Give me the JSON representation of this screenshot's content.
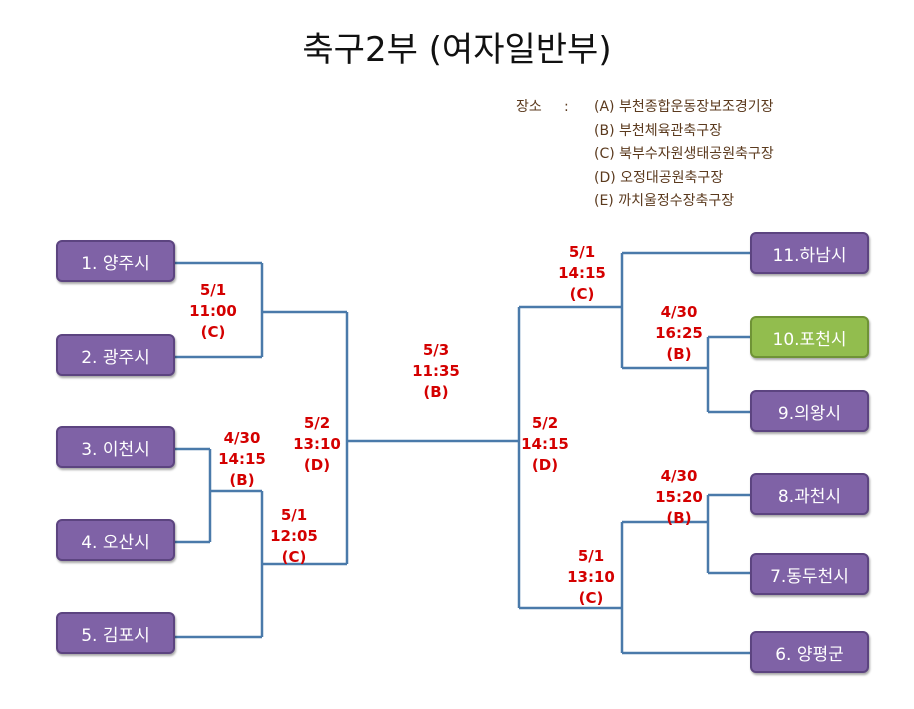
{
  "title": "축구2부 (여자일반부)",
  "venues": {
    "label": "장소",
    "colon": ":",
    "items": [
      "(A) 부천종합운동장보조경기장",
      "(B) 부천체육관축구장",
      "(C) 북부수자원생태공원축구장",
      "(D) 오정대공원축구장",
      "(E) 까치울정수장축구장"
    ]
  },
  "teams": [
    {
      "name": "1. 양주시",
      "highlight": false
    },
    {
      "name": "2. 광주시",
      "highlight": false
    },
    {
      "name": "3. 이천시",
      "highlight": false
    },
    {
      "name": "4. 오산시",
      "highlight": false
    },
    {
      "name": "5. 김포시",
      "highlight": false
    },
    {
      "name": "11.하남시",
      "highlight": false
    },
    {
      "name": "10.포천시",
      "highlight": true
    },
    {
      "name": "9.의왕시",
      "highlight": false
    },
    {
      "name": "8.과천시",
      "highlight": false
    },
    {
      "name": "7.동두천시",
      "highlight": false
    },
    {
      "name": "6. 양평군",
      "highlight": false
    }
  ],
  "matches": [
    {
      "date": "5/1",
      "time": "11:00",
      "venue": "(C)"
    },
    {
      "date": "4/30",
      "time": "14:15",
      "venue": "(B)"
    },
    {
      "date": "5/1",
      "time": "12:05",
      "venue": "(C)"
    },
    {
      "date": "5/2",
      "time": "13:10",
      "venue": "(D)"
    },
    {
      "date": "5/3",
      "time": "11:35",
      "venue": "(B)"
    },
    {
      "date": "5/2",
      "time": "14:15",
      "venue": "(D)"
    },
    {
      "date": "5/1",
      "time": "14:15",
      "venue": "(C)"
    },
    {
      "date": "4/30",
      "time": "16:25",
      "venue": "(B)"
    },
    {
      "date": "4/30",
      "time": "15:20",
      "venue": "(B)"
    },
    {
      "date": "5/1",
      "time": "13:10",
      "venue": "(C)"
    }
  ],
  "colors": {
    "team_box": "#7f62a6",
    "team_box_highlight": "#92bd4e",
    "bracket_line": "#4a7aaa",
    "match_text": "#d40000",
    "venue_text": "#5b3a1e"
  }
}
